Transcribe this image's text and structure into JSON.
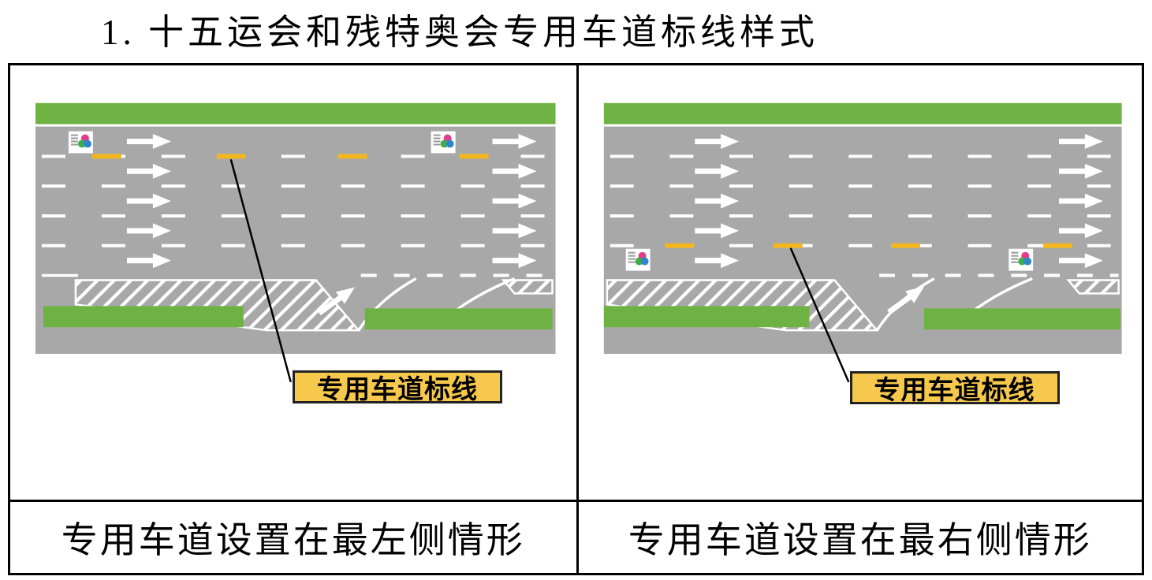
{
  "title": "1. 十五运会和残特奥会专用车道标线样式",
  "colors": {
    "verge-green": "#6fb244",
    "road-gray": "#a8a8a8",
    "marking-white": "#ffffff",
    "lane-yellow": "#f3b61f",
    "label-bg": "#f6c84c",
    "label-border": "#222222"
  },
  "panels": [
    {
      "callout_label": "专用车道标线",
      "caption": "专用车道设置在最左侧情形"
    },
    {
      "callout_label": "专用车道标线",
      "caption": "专用车道设置在最右侧情形"
    }
  ]
}
